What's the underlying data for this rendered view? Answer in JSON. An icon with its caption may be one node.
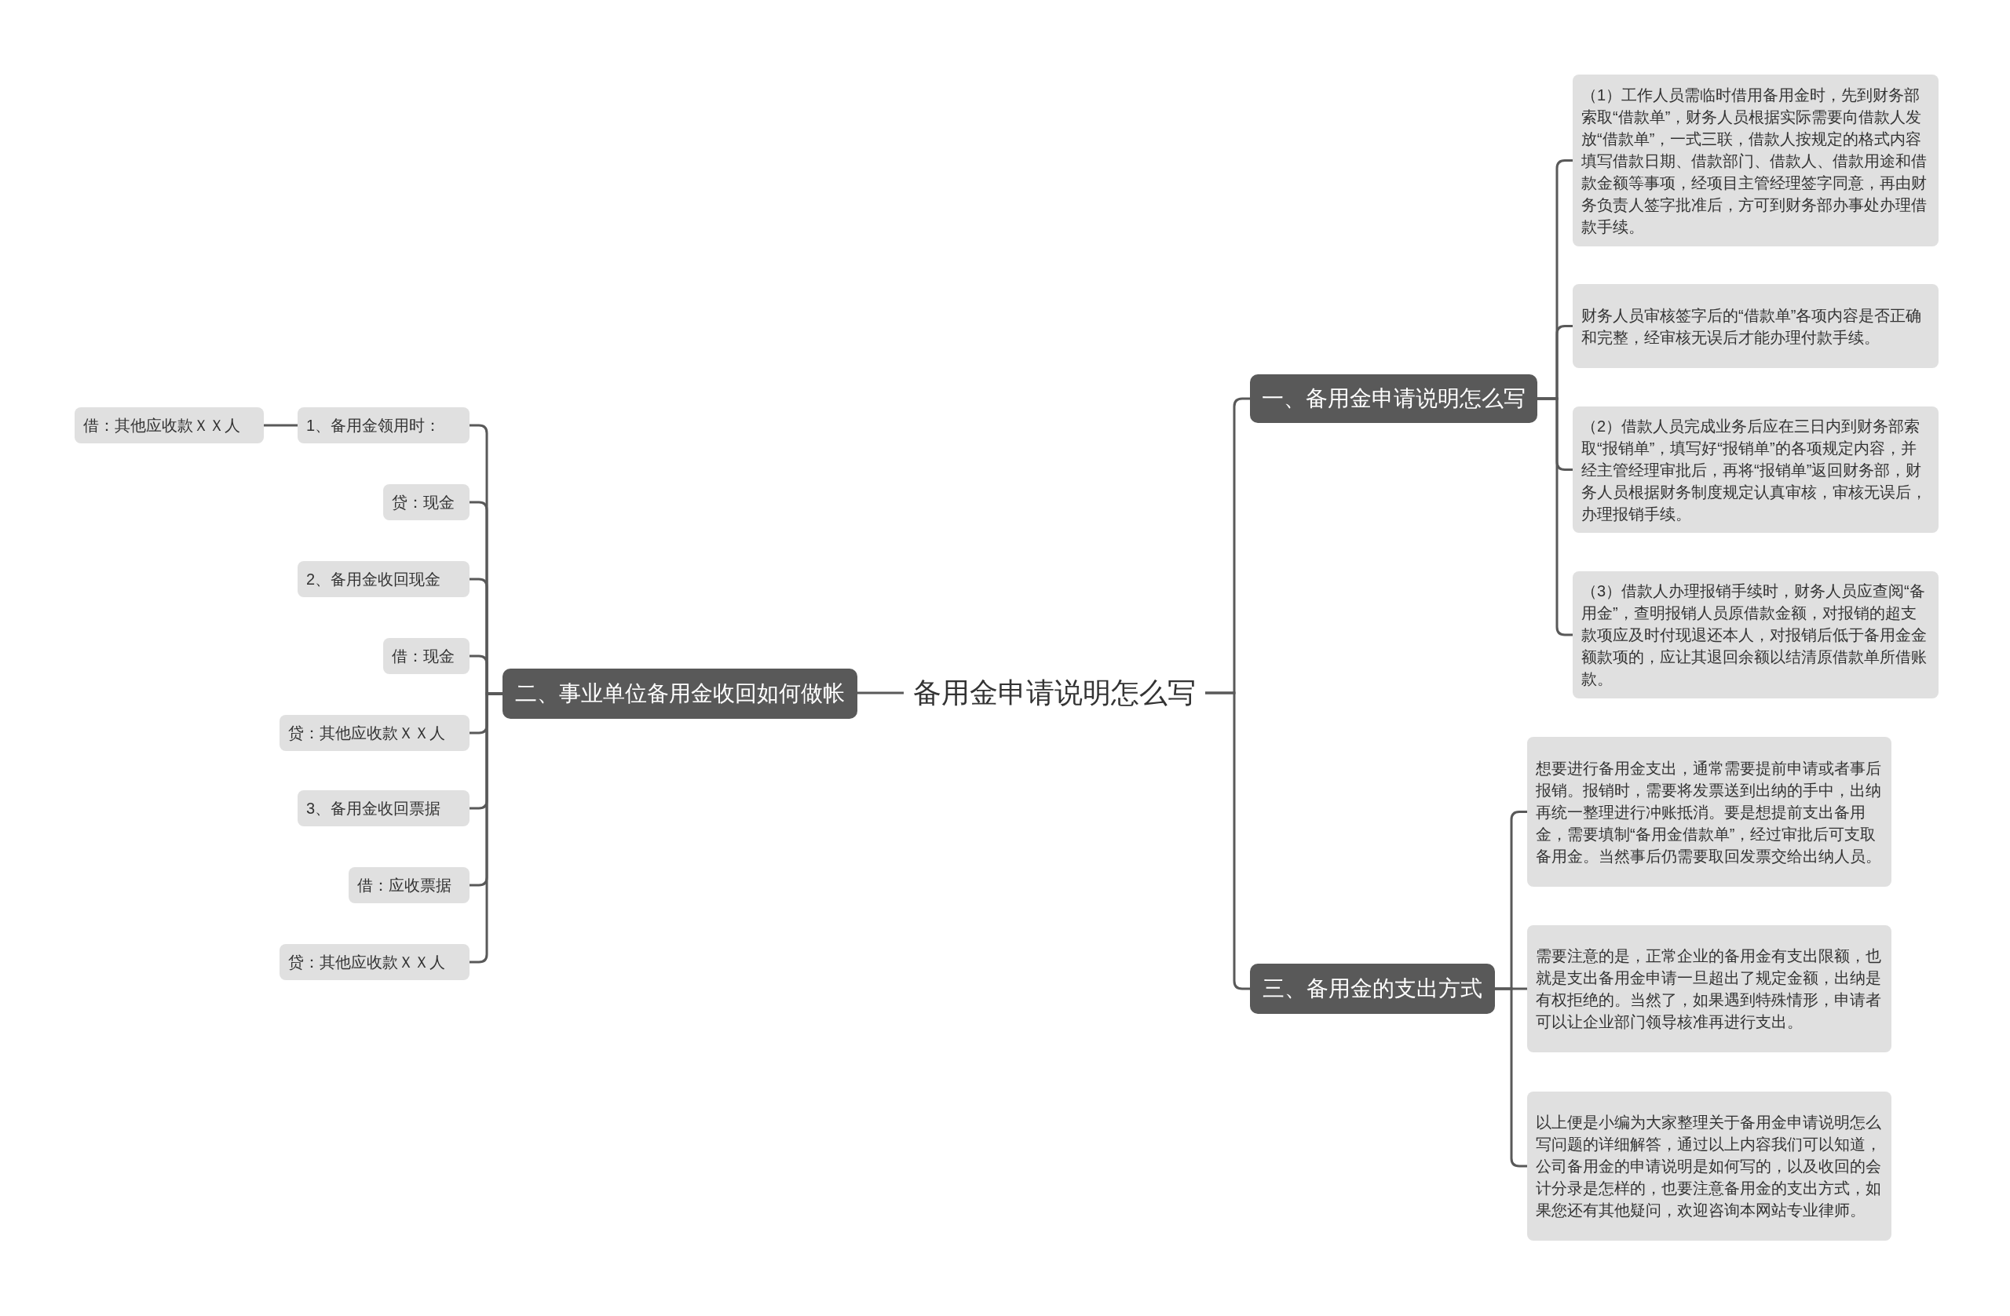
{
  "diagram": {
    "nodes": [
      {
        "text": [
          "备用金申请说明怎么写"
        ]
      },
      {
        "text": [
          "一、备用金申请说明怎么写"
        ]
      },
      {
        "text": [
          "（1）工作人员需临时借用备用金时，先到财务部索取“借款单”，财务人员根据实际需要向借款人发放“借款单”，一式三联，借款人按规定的格式内容填写借款日期、借款部门、借款人、借款用途和借款金额等事项，经项目主管经理签字同意，再由财务负责人签字批准后，方可到财务部办事处办理借款手续。"
        ]
      },
      {
        "text": [
          "财务人员审核签字后的“借款单”各项内容是否正确和完整，经审核无误后才能办理付款手续。"
        ]
      },
      {
        "text": [
          "（2）借款人员完成业务后应在三日内到财务部索取“报销单”，填写好“报销单”的各项规定内容，并经主管经理审批后，再将“报销单”返回财务部，财务人员根据财务制度规定认真审核，审核无误后，办理报销手续。"
        ]
      },
      {
        "text": [
          "（3）借款人办理报销手续时，财务人员应查阅“备用金”，查明报销人员原借款金额，对报销的超支款项应及时付现退还本人，对报销后低于备用金金额款项的，应让其退回余额以结清原借款单所借账款。"
        ]
      },
      {
        "text": [
          "二、事业单位备用金收回如何做帐"
        ]
      },
      {
        "text": [
          "1、备用金领用时："
        ]
      },
      {
        "text": [
          "贷：现金"
        ]
      },
      {
        "text": [
          "2、备用金收回现金"
        ]
      },
      {
        "text": [
          "借：现金"
        ]
      },
      {
        "text": [
          "贷：其他应收款ＸＸ人"
        ]
      },
      {
        "text": [
          "3、备用金收回票据"
        ]
      },
      {
        "text": [
          "借：应收票据"
        ]
      },
      {
        "text": [
          "贷：其他应收款ＸＸ人"
        ]
      },
      {
        "text": [
          "借：其他应收款ＸＸ人"
        ]
      },
      {
        "text": [
          "三、备用金的支出方式"
        ]
      },
      {
        "text": [
          "想要进行备用金支出，通常需要提前申请或者事后报销。报销时，需要将发票送到出纳的手中，出纳再统一整理进行冲账抵消。要是想提前支出备用金，需要填制“备用金借款单”，经过审批后可支取备用金。当然事后仍需要取回发票交给出纳人员。"
        ]
      },
      {
        "text": [
          "需要注意的是，正常企业的备用金有支出限额，也就是支出备用金申请一旦超出了规定金额，出纳是有权拒绝的。当然了，如果遇到特殊情形，申请者可以让企业部门领导核准再进行支出。"
        ]
      },
      {
        "text": [
          "以上便是小编为大家整理关于备用金申请说明怎么写问题的详细解答，通过以上内容我们可以知道，公司备用金的申请说明是如何写的，以及收回的会计分录是怎样的，也要注意备用金的支出方式，如果您还有其他疑问，欢迎咨询本网站专业律师。"
        ]
      }
    ],
    "edges": [
      {
        "from": 0,
        "to": 1,
        "arrow": "none"
      },
      {
        "from": 1,
        "to": 2,
        "arrow": "none"
      },
      {
        "from": 1,
        "to": 3,
        "arrow": "none"
      },
      {
        "from": 1,
        "to": 4,
        "arrow": "none"
      },
      {
        "from": 1,
        "to": 5,
        "arrow": "none"
      },
      {
        "from": 0,
        "to": 6,
        "arrow": "none"
      },
      {
        "from": 6,
        "to": 7,
        "arrow": "none"
      },
      {
        "from": 6,
        "to": 8,
        "arrow": "none"
      },
      {
        "from": 6,
        "to": 9,
        "arrow": "none"
      },
      {
        "from": 6,
        "to": 10,
        "arrow": "none"
      },
      {
        "from": 6,
        "to": 11,
        "arrow": "none"
      },
      {
        "from": 6,
        "to": 12,
        "arrow": "none"
      },
      {
        "from": 6,
        "to": 13,
        "arrow": "none"
      },
      {
        "from": 6,
        "to": 14,
        "arrow": "none"
      },
      {
        "from": 7,
        "to": 15,
        "arrow": "none"
      },
      {
        "from": 0,
        "to": 16,
        "arrow": "none"
      },
      {
        "from": 16,
        "to": 17,
        "arrow": "none"
      },
      {
        "from": 16,
        "to": 18,
        "arrow": "none"
      },
      {
        "from": 16,
        "to": 19,
        "arrow": "none"
      }
    ]
  }
}
